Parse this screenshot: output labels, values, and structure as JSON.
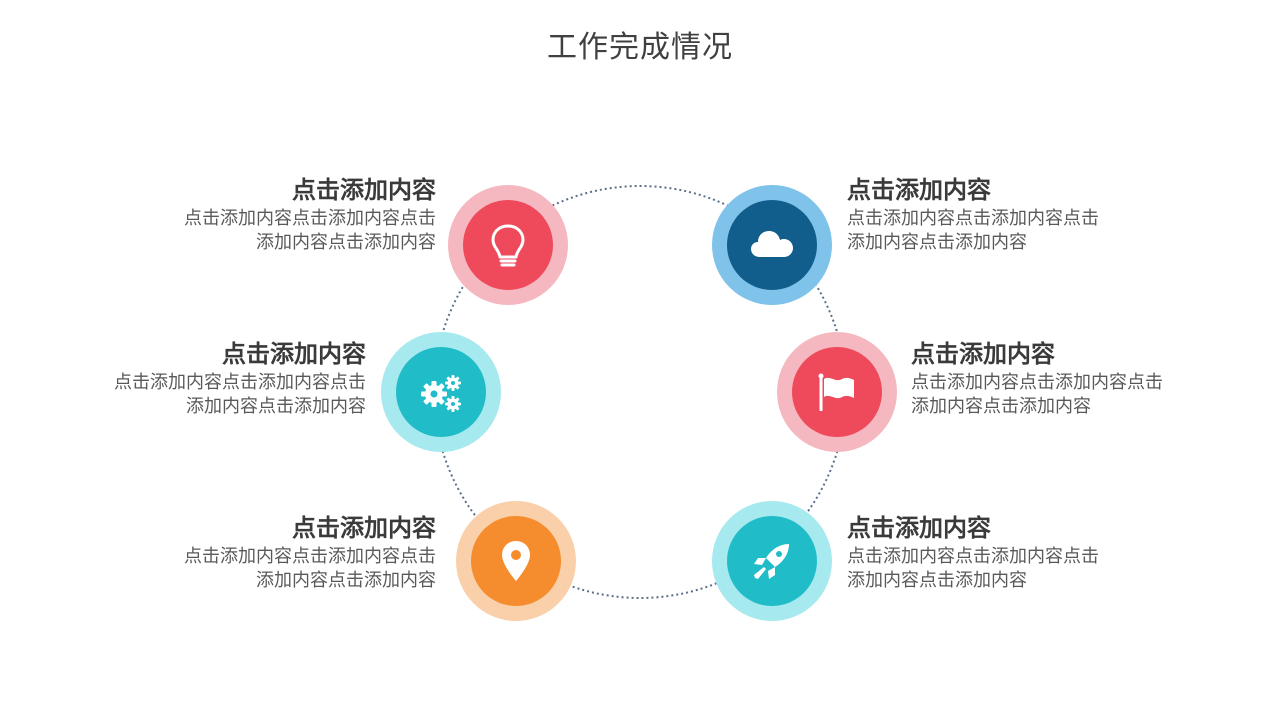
{
  "title": "工作完成情况",
  "colors": {
    "red_outer": "#f6b8c0",
    "red_inner": "#ee4a5b",
    "blue_outer": "#7fc3ea",
    "blue_inner": "#115d8b",
    "teal_outer": "#a6e9ee",
    "teal_inner": "#20bcc8",
    "orange_outer": "#fad0aa",
    "orange_inner": "#f58c2e",
    "ring": "#5a6f8a"
  },
  "items": [
    {
      "heading": "点击添加内容",
      "desc1": "点击添加内容点击添加内容点击",
      "desc2": "添加内容点击添加内容",
      "icon": "lightbulb-icon"
    },
    {
      "heading": "点击添加内容",
      "desc1": "点击添加内容点击添加内容点击",
      "desc2": "添加内容点击添加内容",
      "icon": "gears-icon"
    },
    {
      "heading": "点击添加内容",
      "desc1": "点击添加内容点击添加内容点击",
      "desc2": "添加内容点击添加内容",
      "icon": "location-pin-icon"
    },
    {
      "heading": "点击添加内容",
      "desc1": "点击添加内容点击添加内容点击",
      "desc2": "添加内容点击添加内容",
      "icon": "cloud-icon"
    },
    {
      "heading": "点击添加内容",
      "desc1": "点击添加内容点击添加内容点击",
      "desc2": "添加内容点击添加内容",
      "icon": "flag-icon"
    },
    {
      "heading": "点击添加内容",
      "desc1": "点击添加内容点击添加内容点击",
      "desc2": "添加内容点击添加内容",
      "icon": "rocket-icon"
    }
  ]
}
